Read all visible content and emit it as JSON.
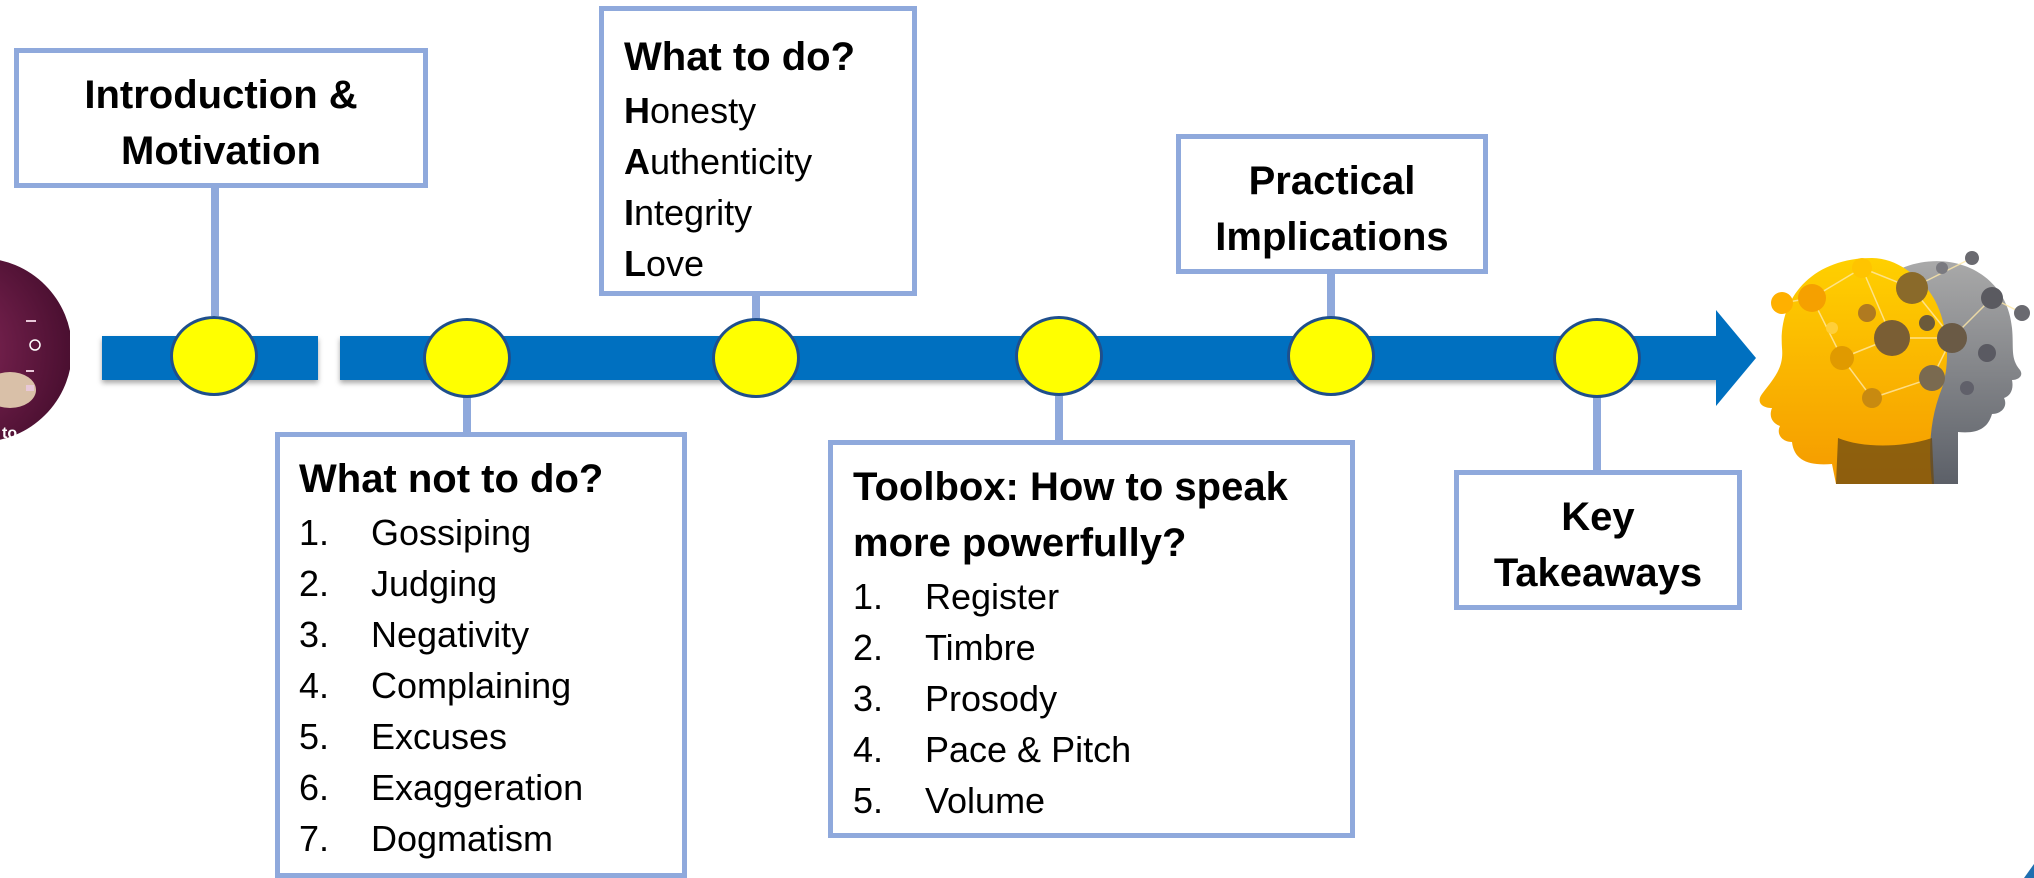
{
  "colors": {
    "timeline": "#0070c0",
    "node": "#ffff00",
    "box_border": "#8fa9dc"
  },
  "timeline": {
    "stages": [
      {
        "id": "intro",
        "title_lines": [
          "Introduction &",
          "Motivation"
        ]
      },
      {
        "id": "what_not",
        "title": "What not to do?",
        "items": [
          {
            "num": "1.",
            "text": "Gossiping"
          },
          {
            "num": "2.",
            "text": "Judging"
          },
          {
            "num": "3.",
            "text": "Negativity"
          },
          {
            "num": "4.",
            "text": "Complaining"
          },
          {
            "num": "5.",
            "text": "Excuses"
          },
          {
            "num": "6.",
            "text": "Exaggeration"
          },
          {
            "num": "7.",
            "text": "Dogmatism"
          }
        ]
      },
      {
        "id": "what_to",
        "title": "What to do?",
        "items": [
          {
            "initial": "H",
            "rest": "onesty"
          },
          {
            "initial": "A",
            "rest": "uthenticity"
          },
          {
            "initial": "I",
            "rest": "ntegrity"
          },
          {
            "initial": "L",
            "rest": "ove"
          }
        ]
      },
      {
        "id": "toolbox",
        "title_lines": [
          "Toolbox: How to speak",
          "more powerfully?"
        ],
        "items": [
          {
            "num": "1.",
            "text": "Register"
          },
          {
            "num": "2.",
            "text": "Timbre"
          },
          {
            "num": "3.",
            "text": "Prosody"
          },
          {
            "num": "4.",
            "text": "Pace & Pitch"
          },
          {
            "num": "5.",
            "text": "Volume"
          }
        ]
      },
      {
        "id": "practical",
        "title_lines": [
          "Practical",
          "Implications"
        ]
      },
      {
        "id": "key",
        "title_lines": [
          "Key",
          "Takeaways"
        ]
      }
    ]
  },
  "images": {
    "left_thumbnail": "profile-thumbnail",
    "head_graphic": "brain-head-network-icon"
  }
}
